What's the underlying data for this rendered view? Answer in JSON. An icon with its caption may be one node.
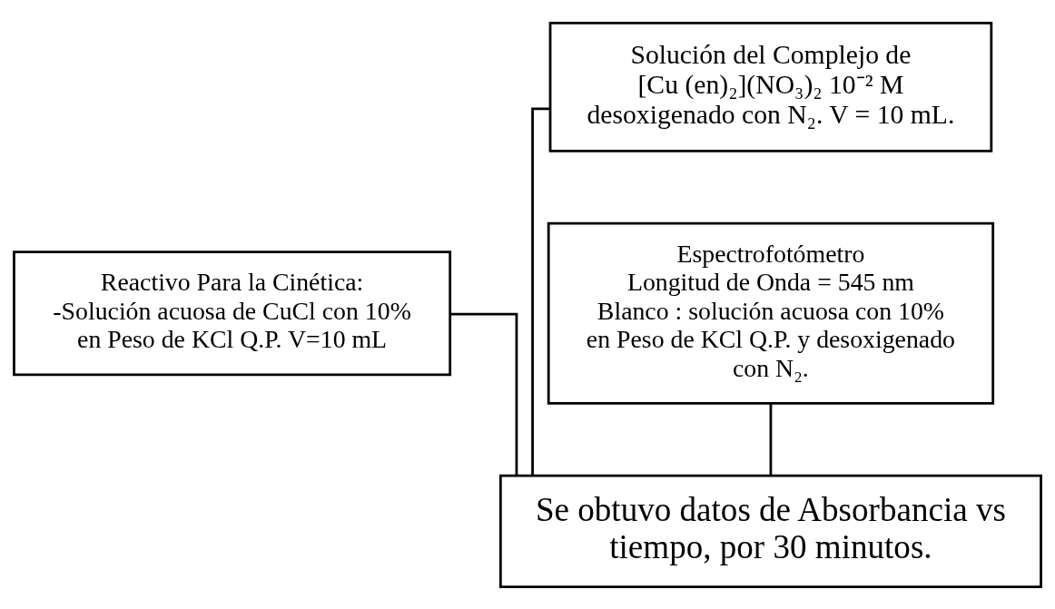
{
  "diagram": {
    "nodes": [
      {
        "text": [
          "Solución del Complejo de",
          "[Cu (en)₂](NO₃)₂ 10⁻² M",
          "desoxigenado con N₂. V = 10 mL."
        ]
      },
      {
        "text": [
          "Reactivo Para la Cinética:",
          "-Solución acuosa de CuCl con 10% en Peso de KCl Q.P. V=10 mL"
        ]
      },
      {
        "text": [
          "Espectrofotómetro",
          "Longitud de Onda = 545 nm",
          "Blanco : solución acuosa con 10% en Peso de KCl Q.P. y desoxigenado con N₂."
        ]
      },
      {
        "text": [
          "Se obtuvo datos de Absorbancia vs tiempo, por 30 minutos."
        ]
      }
    ],
    "edges": [
      {
        "from": 0,
        "to": 3,
        "arrow": "none"
      },
      {
        "from": 1,
        "to": 3,
        "arrow": "none"
      },
      {
        "from": 2,
        "to": 3,
        "arrow": "none"
      }
    ]
  }
}
